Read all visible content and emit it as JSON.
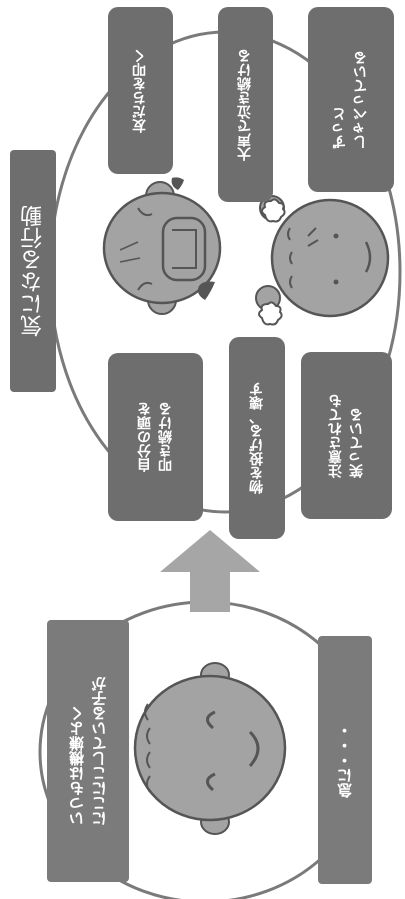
{
  "title": "気になる行動",
  "behaviors": {
    "hit_friend": "友だちを叩く",
    "cry_loud": "大声で泣き続ける",
    "talk_lines": [
      "ずっと",
      "しゃべっている"
    ],
    "hit_head_lines": [
      "自分の頭を",
      "叩き続ける"
    ],
    "throw_break": "物を投げる、壊す",
    "laugh_lines": [
      "注意されても",
      "笑っている"
    ]
  },
  "intro": {
    "usual_lines": [
      "いつもは機嫌よく",
      "にこにこしている子が"
    ],
    "sudden": "急に・・・"
  },
  "colors": {
    "box": "#6e6e6e",
    "arrow": "#a6a6a6",
    "face": "#a3a3a3",
    "line": "#555555"
  },
  "icons": [
    "crying-face-icon",
    "angry-face-icon",
    "smiling-face-icon",
    "steam-puff-icon",
    "tear-drop-icon"
  ]
}
